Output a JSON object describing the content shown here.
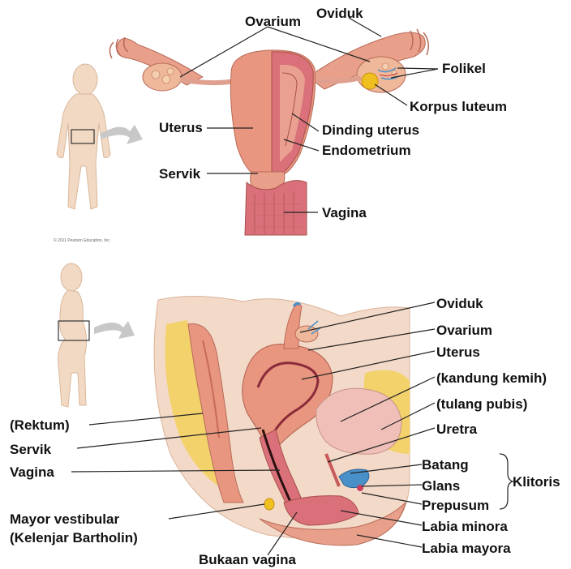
{
  "top_panel": {
    "labels": {
      "ovarium": "Ovarium",
      "oviduk": "Oviduk",
      "folikel": "Folikel",
      "korpus_luteum": "Korpus luteum",
      "uterus": "Uterus",
      "dinding_uterus": "Dinding uterus",
      "endometrium": "Endometrium",
      "servik": "Servik",
      "vagina": "Vagina"
    },
    "copyright": "© 2011 Pearson Education, Inc."
  },
  "bottom_panel": {
    "labels": {
      "oviduk": "Oviduk",
      "ovarium": "Ovarium",
      "uterus": "Uterus",
      "kandung_kemih": "(kandung kemih)",
      "tulang_pubis": "(tulang pubis)",
      "uretra": "Uretra",
      "batang": "Batang",
      "glans": "Glans",
      "prepusum": "Prepusum",
      "klitoris": "Klitoris",
      "labia_minora": "Labia minora",
      "labia_mayora": "Labia mayora",
      "rektum": "(Rektum)",
      "servik": "Servik",
      "vagina": "Vagina",
      "mayor_vestibular": "Mayor vestibular",
      "kelenjar_bartholin": "(Kelenjar Bartholin)",
      "bukaan_vagina": "Bukaan vagina"
    }
  },
  "colors": {
    "tissue": "#e8967f",
    "tissue_dark": "#c85a48",
    "lining": "#d9707a",
    "fat": "#f2d05a",
    "body_silhouette": "#f2d9c4",
    "follicle_blue": "#4a90c8",
    "corpus_yellow": "#f0c020"
  }
}
